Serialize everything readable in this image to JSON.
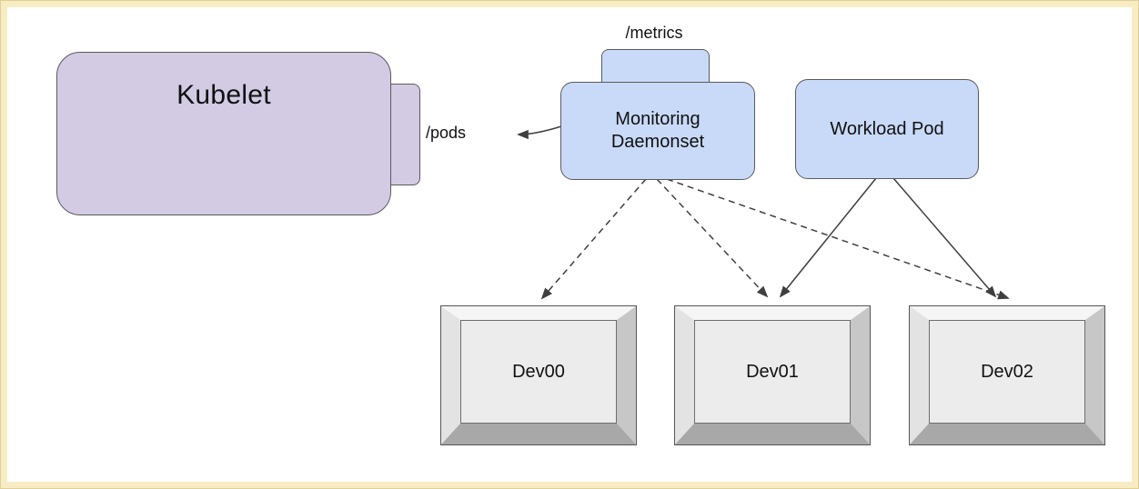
{
  "diagram": {
    "kubelet_label": "Kubelet",
    "pods_endpoint": "/pods",
    "metrics_endpoint": "/metrics",
    "monitoring_label": "Monitoring Daemonset",
    "workload_label": "Workload Pod",
    "devices": [
      {
        "label": "Dev00"
      },
      {
        "label": "Dev01"
      },
      {
        "label": "Dev02"
      }
    ],
    "colors": {
      "frame": "#f7ecc3",
      "kubelet_fill": "#d3cbe4",
      "pod_fill": "#c9daf8",
      "border": "#5a5a5a",
      "arrow": "#3f3f3f"
    }
  }
}
